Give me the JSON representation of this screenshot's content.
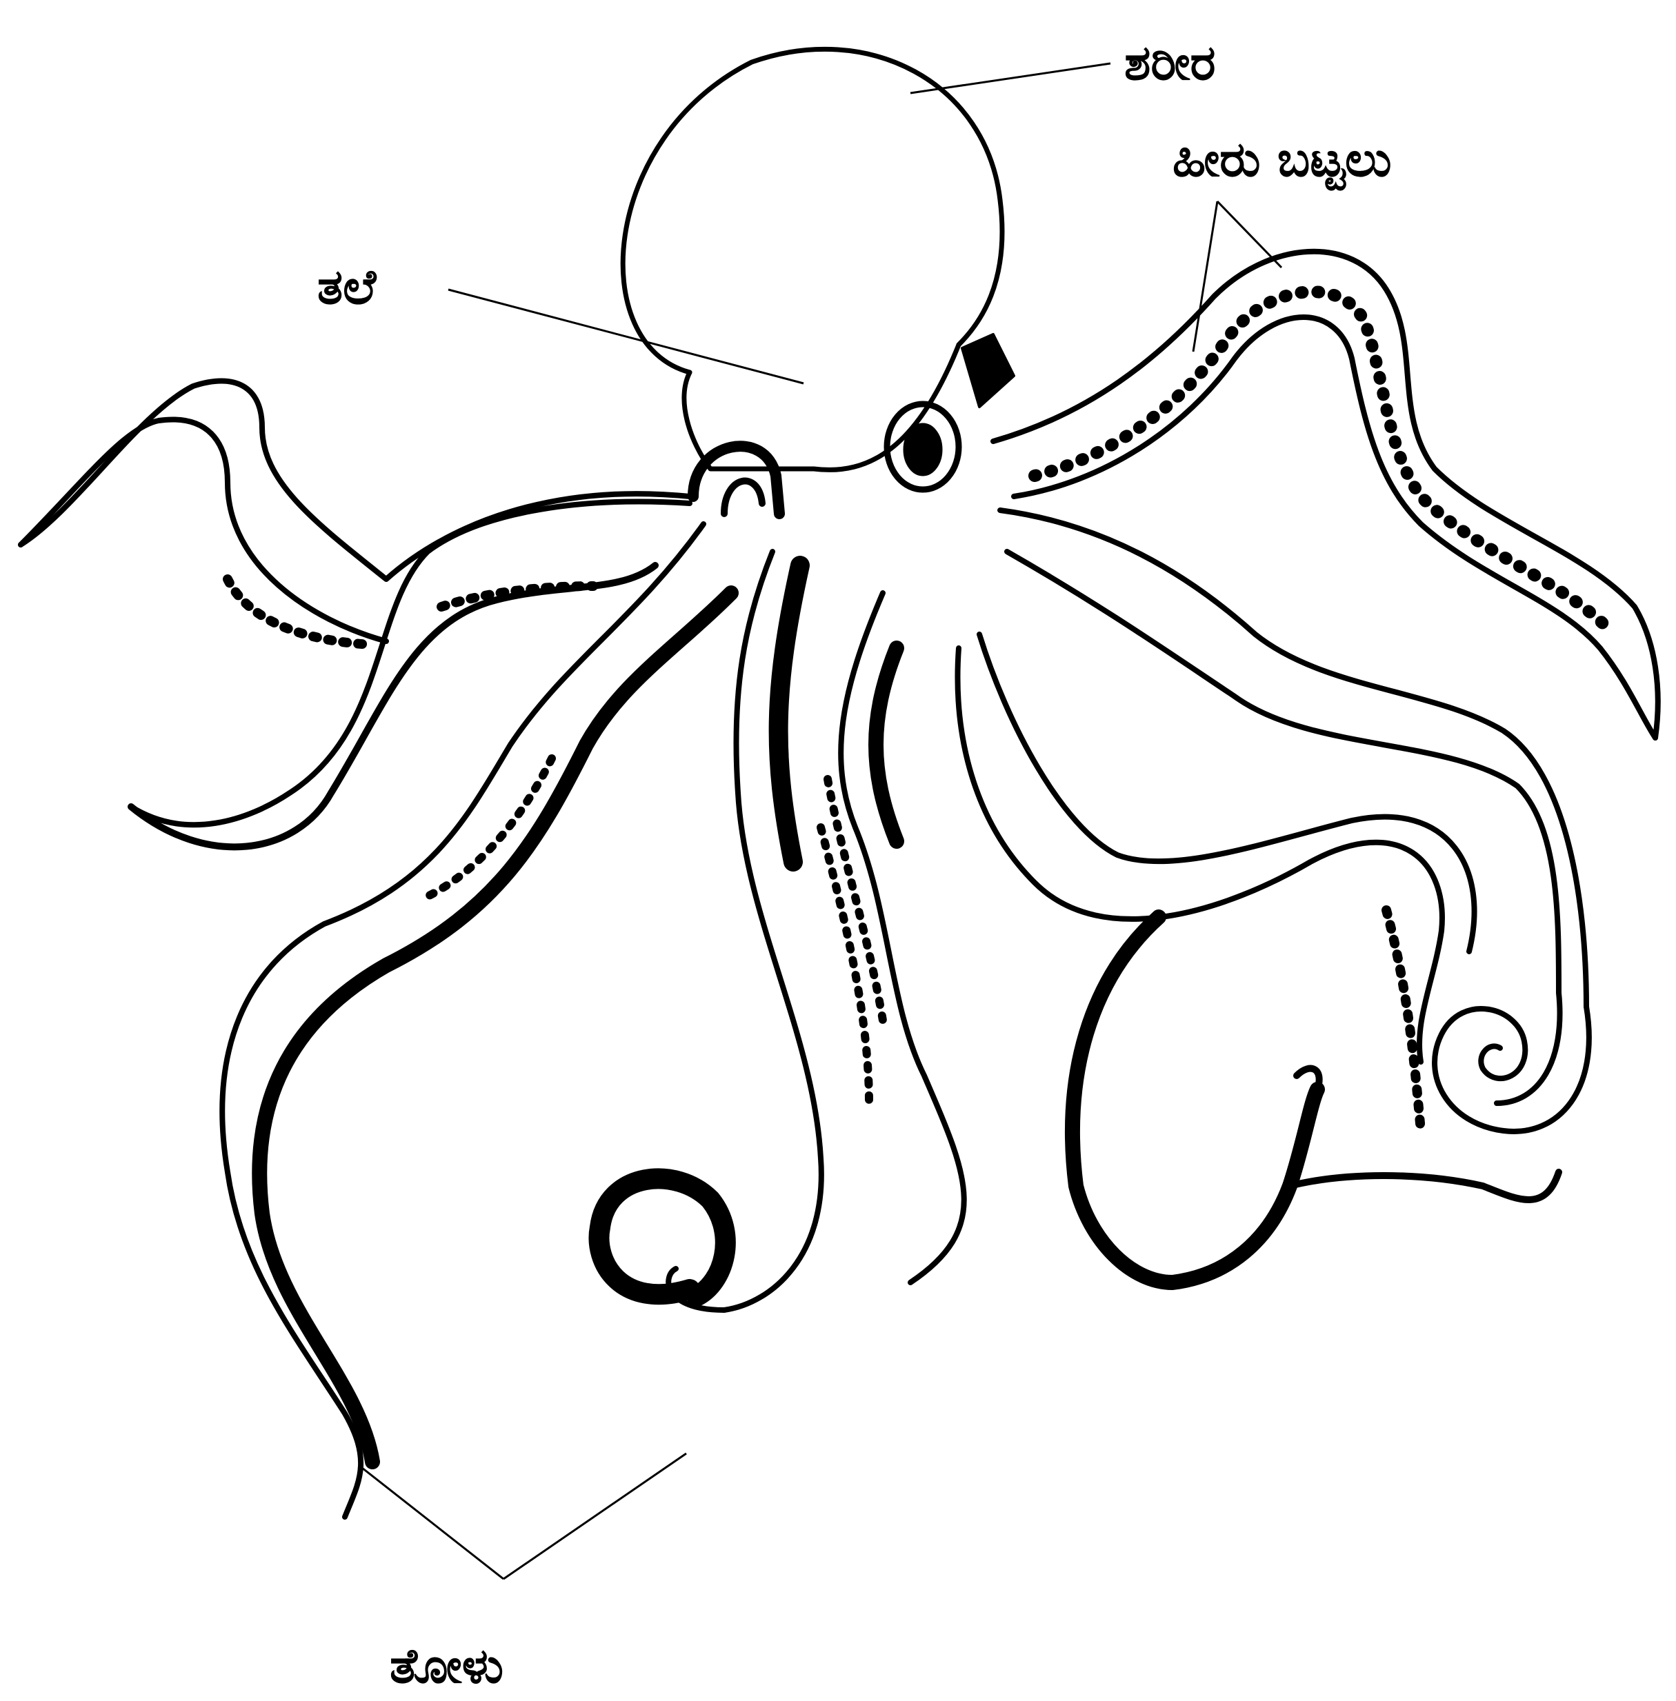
{
  "diagram": {
    "labels": {
      "body": "ಶರೀರ",
      "suckers": "ಹೀರು ಬಟ್ಟಲು",
      "head": "ತಲೆ",
      "arms": "ತೋಳು"
    },
    "colors": {
      "ink": "#000000",
      "paper": "#ffffff"
    }
  }
}
